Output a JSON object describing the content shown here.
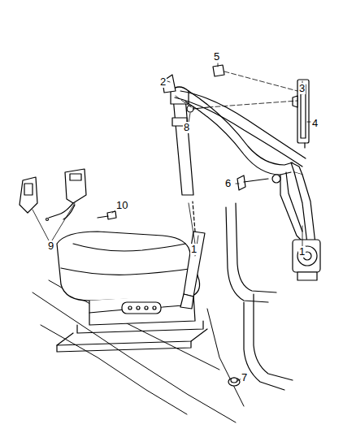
{
  "diagram": {
    "labels": [
      "2",
      "5",
      "3",
      "8",
      "4",
      "1",
      "6",
      "1",
      "9",
      "10",
      "7"
    ]
  }
}
